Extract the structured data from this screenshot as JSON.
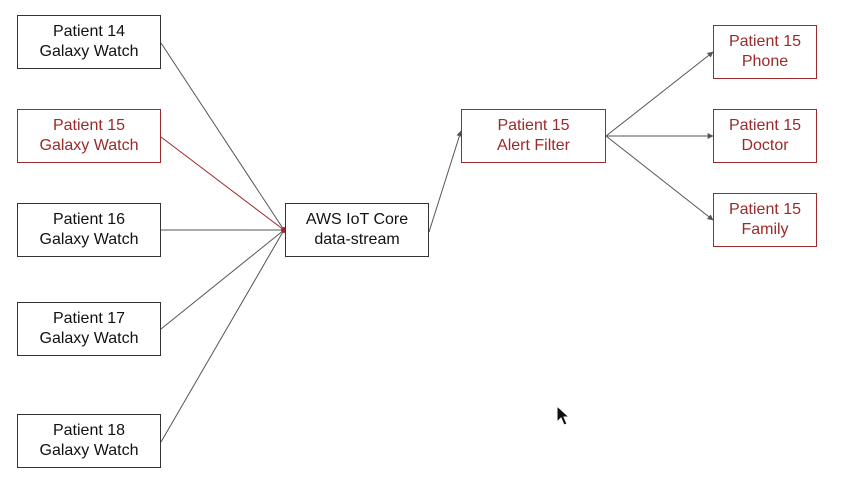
{
  "colors": {
    "normal_border": "#333333",
    "normal_text": "#111111",
    "alert": "#9b2a2a",
    "edge": "#555555",
    "background": "#ffffff"
  },
  "nodes": {
    "p14": {
      "line1": "Patient 14",
      "line2": "Galaxy Watch"
    },
    "p15": {
      "line1": "Patient 15",
      "line2": "Galaxy Watch"
    },
    "p16": {
      "line1": "Patient 16",
      "line2": "Galaxy Watch"
    },
    "p17": {
      "line1": "Patient 17",
      "line2": "Galaxy Watch"
    },
    "p18": {
      "line1": "Patient 18",
      "line2": "Galaxy Watch"
    },
    "aws": {
      "line1": "AWS IoT Core",
      "line2": "data-stream"
    },
    "filter": {
      "line1": "Patient 15",
      "line2": "Alert Filter"
    },
    "phone": {
      "line1": "Patient 15",
      "line2": "Phone"
    },
    "doctor": {
      "line1": "Patient 15",
      "line2": "Doctor"
    },
    "family": {
      "line1": "Patient 15",
      "line2": "Family"
    }
  },
  "edges": [
    {
      "from": "p14",
      "to": "aws",
      "highlight": false
    },
    {
      "from": "p15",
      "to": "aws",
      "highlight": true
    },
    {
      "from": "p16",
      "to": "aws",
      "highlight": false
    },
    {
      "from": "p17",
      "to": "aws",
      "highlight": false
    },
    {
      "from": "p18",
      "to": "aws",
      "highlight": false
    },
    {
      "from": "aws",
      "to": "filter",
      "highlight": false
    },
    {
      "from": "filter",
      "to": "phone",
      "highlight": false
    },
    {
      "from": "filter",
      "to": "doctor",
      "highlight": false
    },
    {
      "from": "filter",
      "to": "family",
      "highlight": false
    }
  ],
  "cursor": {
    "icon": "mouse-pointer-icon"
  }
}
